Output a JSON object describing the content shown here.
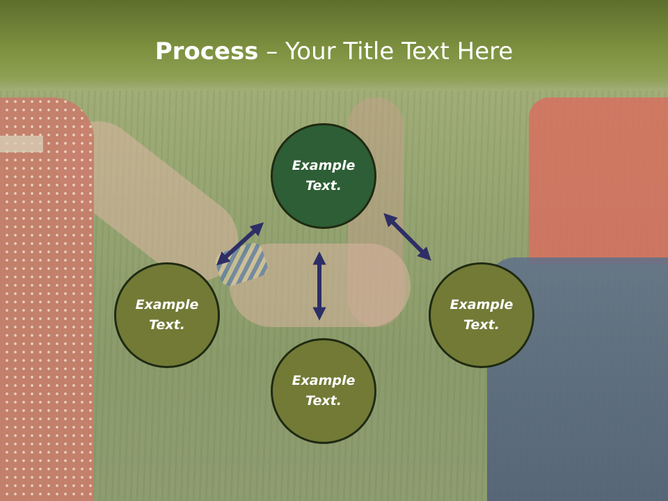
{
  "slide": {
    "title_bold": "Process",
    "title_rest": " – Your Title Text Here"
  },
  "diagram": {
    "nodes": {
      "top": "Example\nText.",
      "left": "Example\nText.",
      "right": "Example\nText.",
      "bottom": "Example\nText."
    }
  },
  "colors": {
    "title_bar": "#7d9140",
    "node_dark": "#2e5e35",
    "node_olive": "#727a36",
    "arrow": "#2d2e66",
    "text": "#ffffff"
  }
}
